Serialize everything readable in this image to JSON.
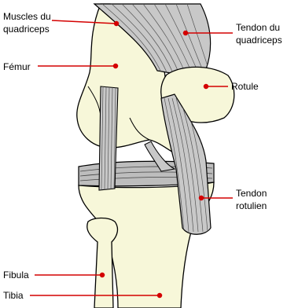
{
  "labels": {
    "quadriceps_muscles": {
      "line1": "Muscles du",
      "line2": "quadriceps"
    },
    "femur": "Fémur",
    "quadriceps_tendon": {
      "line1": "Tendon du",
      "line2": "quadriceps"
    },
    "patella": "Rotule",
    "patellar_tendon": {
      "line1": "Tendon",
      "line2": "rotulien"
    },
    "fibula": "Fibula",
    "tibia": "Tibia"
  },
  "colors": {
    "bone": "#f7f7d9",
    "tendon": "#c8c8c8",
    "tendon_dark": "#7a7a7a",
    "leader": "#d40000",
    "outline": "#000000"
  }
}
